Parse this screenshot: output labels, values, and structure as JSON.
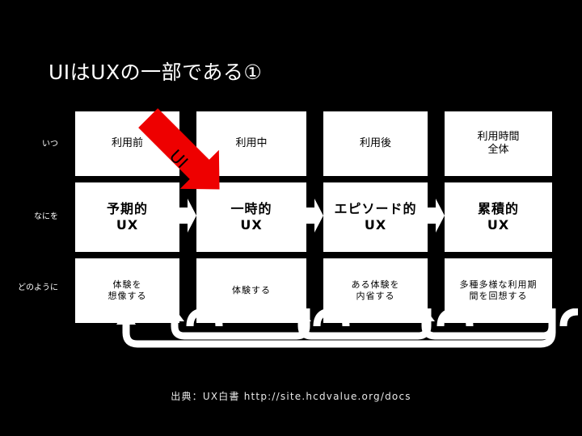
{
  "slide": {
    "title": "UIはUXの一部である①",
    "background_color": "#000000",
    "text_color": "#ffffff",
    "source": "出典：UX白書 http://site.hcdvalue.org/docs"
  },
  "annotation": {
    "label": "UI",
    "color": "#ee0000",
    "direction": "down-right"
  },
  "row_labels": [
    {
      "id": "when",
      "label": "いつ"
    },
    {
      "id": "what",
      "label": "なにを"
    },
    {
      "id": "how",
      "label": "どのように"
    }
  ],
  "columns": [
    {
      "id": "before-use",
      "when": "利用前",
      "ux": "予期的\nUX",
      "how": "体験を\n想像する"
    },
    {
      "id": "during-use",
      "when": "利用中",
      "ux": "一時的\nUX",
      "how": "体験する"
    },
    {
      "id": "after-use",
      "when": "利用後",
      "ux": "エピソード的\nUX",
      "how": "ある体験を\n内省する"
    },
    {
      "id": "overall-use",
      "when": "利用時間\n全体",
      "ux": "累積的\nUX",
      "how": "多種多様な利用期\n間を回想する"
    }
  ]
}
